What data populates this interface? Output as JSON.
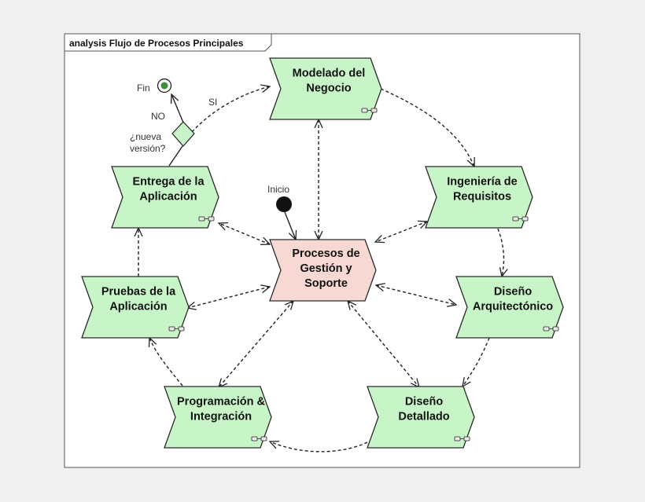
{
  "frame": {
    "title": "analysis Flujo de Procesos Principales"
  },
  "colors": {
    "process_fill": "#c8f5c8",
    "central_fill": "#f8d8d2",
    "line": "#222222"
  },
  "processes": [
    {
      "id": "modelado",
      "lines": [
        "Modelado del",
        "Negocio"
      ]
    },
    {
      "id": "ingenieria",
      "lines": [
        "Ingeniería de",
        "Requisitos"
      ]
    },
    {
      "id": "arquitectonico",
      "lines": [
        "Diseño",
        "Arquitectónico"
      ]
    },
    {
      "id": "detallado",
      "lines": [
        "Diseño",
        "Detallado"
      ]
    },
    {
      "id": "programacion",
      "lines": [
        "Programación &",
        "Integración"
      ]
    },
    {
      "id": "pruebas",
      "lines": [
        "Pruebas de la",
        "Aplicación"
      ]
    },
    {
      "id": "entrega",
      "lines": [
        "Entrega de la",
        "Aplicación"
      ]
    },
    {
      "id": "gestion",
      "lines": [
        "Procesos de",
        "Gestión y",
        "Soporte"
      ]
    }
  ],
  "start": {
    "label": "Inicio"
  },
  "end": {
    "label": "Fin"
  },
  "decision": {
    "label_lines": [
      "¿nueva",
      "versión?"
    ],
    "yes_label": "SI",
    "no_label": "NO"
  },
  "icons": [
    "composite-process-icon",
    "start-node-icon",
    "final-node-icon",
    "decision-diamond-icon"
  ]
}
